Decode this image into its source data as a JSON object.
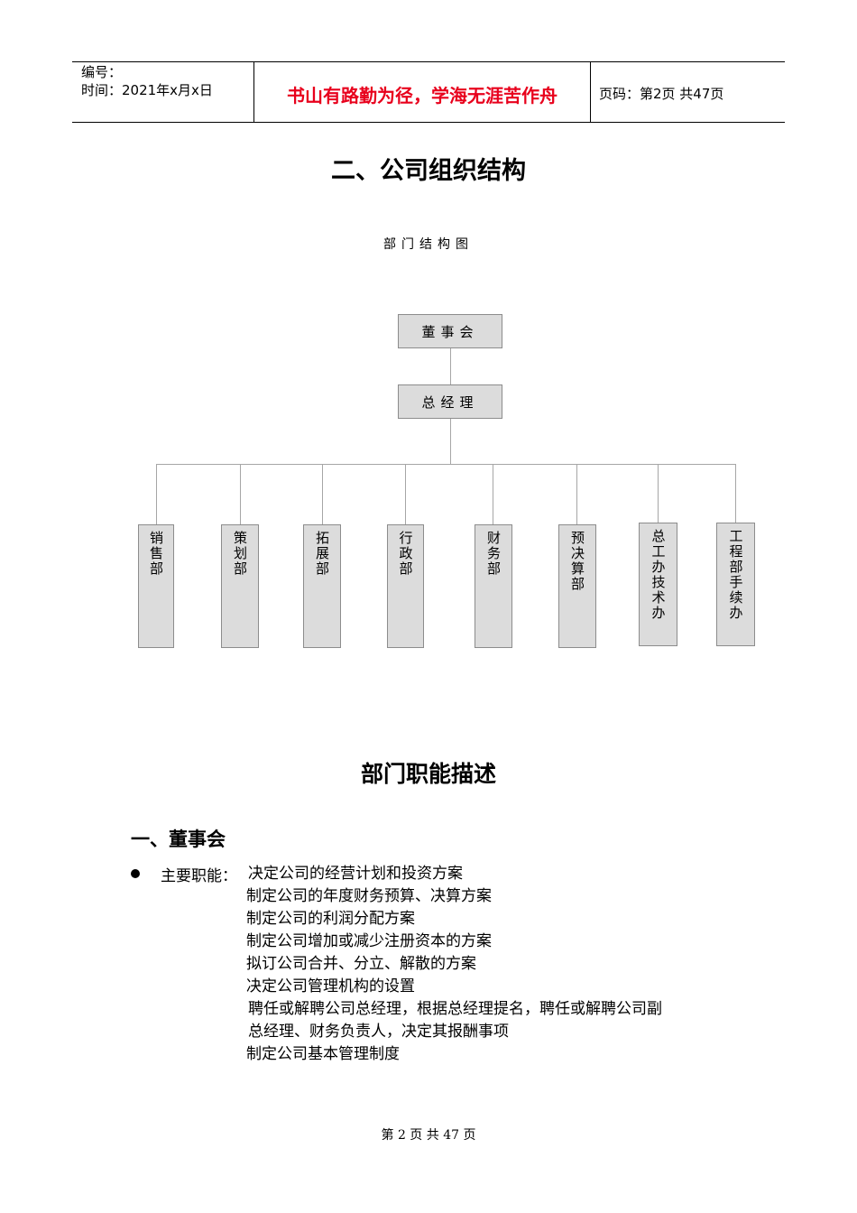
{
  "header": {
    "number_label": "编号：",
    "time_label": "时间：2021年x月x日",
    "motto": "书山有路勤为径，学海无涯苦作舟",
    "page_label": "页码：第2页  共47页"
  },
  "title": "二、公司组织结构",
  "chart_title": "部门结构图",
  "org": {
    "board": "董事会",
    "gm": "总经理",
    "departments": [
      "销售部",
      "策划部",
      "拓展部",
      "行政部",
      "财务部",
      "预决算部",
      "总工办技术办",
      "工程部手续办"
    ]
  },
  "section_title": "部门职能描述",
  "board_section": {
    "heading": "一、董事会",
    "duty_label": "主要职能：",
    "duties": [
      "决定公司的经营计划和投资方案",
      "制定公司的年度财务预算、决算方案",
      "制定公司的利润分配方案",
      "制定公司增加或减少注册资本的方案",
      "拟订公司合并、分立、解散的方案",
      "决定公司管理机构的设置",
      "聘任或解聘公司总经理，根据总经理提名，聘任或解聘公司副",
      "总经理、财务负责人，决定其报酬事项",
      "制定公司基本管理制度"
    ]
  },
  "footer": "第 2 页 共 47 页"
}
